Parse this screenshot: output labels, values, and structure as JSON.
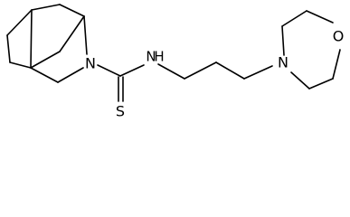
{
  "molecule": {
    "atoms": {
      "ring_n": "N",
      "amide_n": "N",
      "h": "H",
      "sulfur": "S",
      "morpholine_n": "N",
      "morpholine_o": "O"
    }
  }
}
